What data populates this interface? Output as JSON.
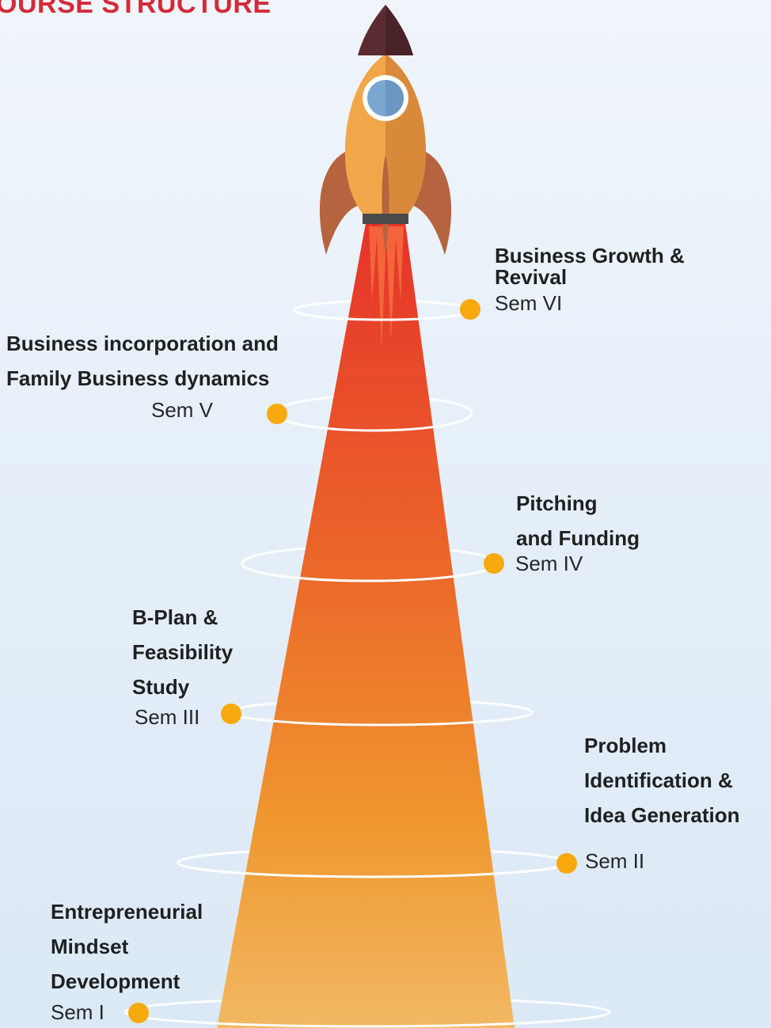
{
  "title": "COURSE STRUCTURE",
  "colors": {
    "title": "#d42a3a",
    "dot": "#f7a90d",
    "flame_top": "#e5332a",
    "flame_bottom": "#f2b864",
    "rocket_body": "#f0a145",
    "rocket_nose": "#5a2b31",
    "rocket_fins": "#b6643f",
    "window": "#7aa7d0"
  },
  "stages": [
    {
      "title_lines": [
        "Entrepreneurial",
        "Mindset",
        "Development"
      ],
      "sem": "Sem I"
    },
    {
      "title_lines": [
        "Problem",
        "Identification &",
        "Idea Generation"
      ],
      "sem": "Sem II"
    },
    {
      "title_lines": [
        "B-Plan &",
        "Feasibility",
        "Study"
      ],
      "sem": "Sem III"
    },
    {
      "title_lines": [
        "Pitching",
        "and Funding"
      ],
      "sem": "Sem IV"
    },
    {
      "title_lines": [
        "Business incorporation and",
        "Family Business dynamics"
      ],
      "sem": "Sem V"
    },
    {
      "title_lines": [
        "Business Growth &",
        "Revival"
      ],
      "sem": "Sem VI"
    }
  ]
}
